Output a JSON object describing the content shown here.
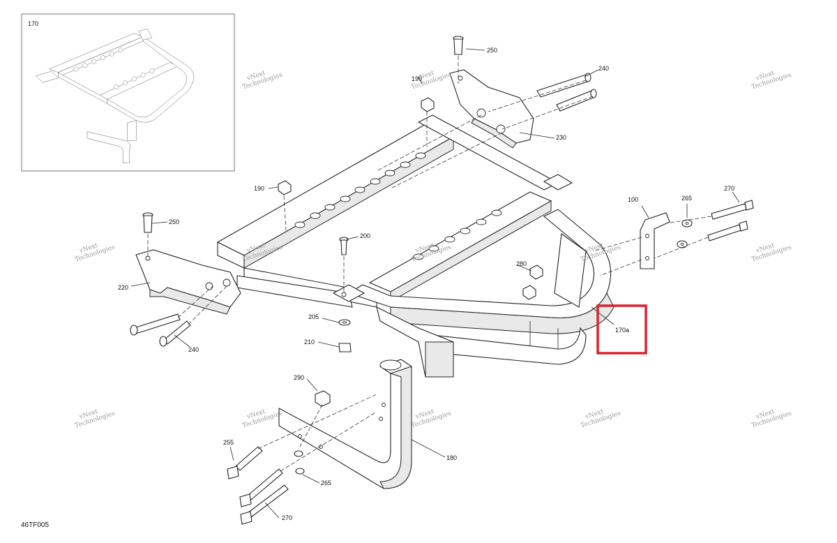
{
  "diagram": {
    "code": "46TF005",
    "inset_label": "170",
    "watermark_line1": "vNext",
    "watermark_line2": "Technologies",
    "highlight_color": "#d9232d",
    "callouts": [
      "250",
      "240",
      "190",
      "230",
      "100",
      "265",
      "270",
      "190",
      "250",
      "200",
      "280",
      "220",
      "205",
      "170a",
      "210",
      "290",
      "255",
      "180",
      "265",
      "270",
      "240"
    ]
  }
}
